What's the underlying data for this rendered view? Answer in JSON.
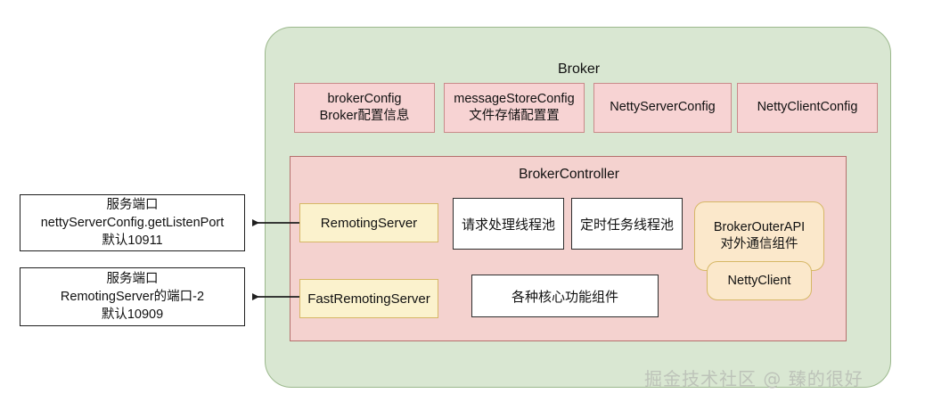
{
  "diagram": {
    "broker": {
      "title": "Broker",
      "config_boxes": [
        {
          "line1": "brokerConfig",
          "line2": "Broker配置信息"
        },
        {
          "line1": "messageStoreConfig",
          "line2": "文件存储配置置"
        },
        {
          "line1": "NettyServerConfig",
          "line2": ""
        },
        {
          "line1": "NettyClientConfig",
          "line2": ""
        }
      ],
      "controller": {
        "title": "BrokerController",
        "servers": [
          {
            "label": "RemotingServer"
          },
          {
            "label": "FastRemotingServer"
          }
        ],
        "components": [
          {
            "label": "请求处理线程池"
          },
          {
            "label": "定时任务线程池"
          },
          {
            "label": "各种核心功能组件"
          }
        ],
        "outer_api": {
          "line1": "BrokerOuterAPI",
          "line2": "对外通信组件",
          "nested": "NettyClient"
        }
      }
    },
    "callouts": [
      {
        "line1": "服务端口",
        "line2": "nettyServerConfig.getListenPort",
        "line3": "默认10911"
      },
      {
        "line1": "服务端口",
        "line2": "RemotingServer的端口-2",
        "line3": "默认10909"
      }
    ],
    "watermark": "掘金技术社区 @ 臻的很好",
    "colors": {
      "green_fill": "#d9e7d2",
      "green_border": "#9bb88c",
      "pink_config_fill": "#f7d3d3",
      "pink_config_border": "#c98a8a",
      "controller_fill": "#f4d2cf",
      "controller_border": "#b5706d",
      "yellow_fill": "#fbf2cd",
      "yellow_border": "#d6b765",
      "orange_fill": "#fbe8cb",
      "white_fill": "#ffffff",
      "dark_border": "#2e2e2e"
    }
  }
}
